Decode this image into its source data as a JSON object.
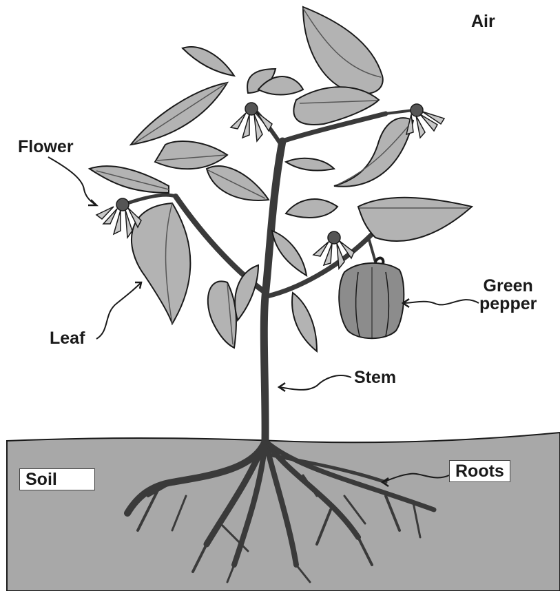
{
  "labels": {
    "air": "Air",
    "flower": "Flower",
    "leaf": "Leaf",
    "green_pepper_line1": "Green",
    "green_pepper_line2": "pepper",
    "stem": "Stem",
    "soil": "Soil",
    "roots": "Roots"
  },
  "colors": {
    "soil": "#a8a8a8",
    "leaf_fill": "#b3b3b3",
    "leaf_vein": "#555555",
    "stem": "#3a3a3a",
    "pepper": "#8c8c8c",
    "outline": "#1a1a1a"
  }
}
